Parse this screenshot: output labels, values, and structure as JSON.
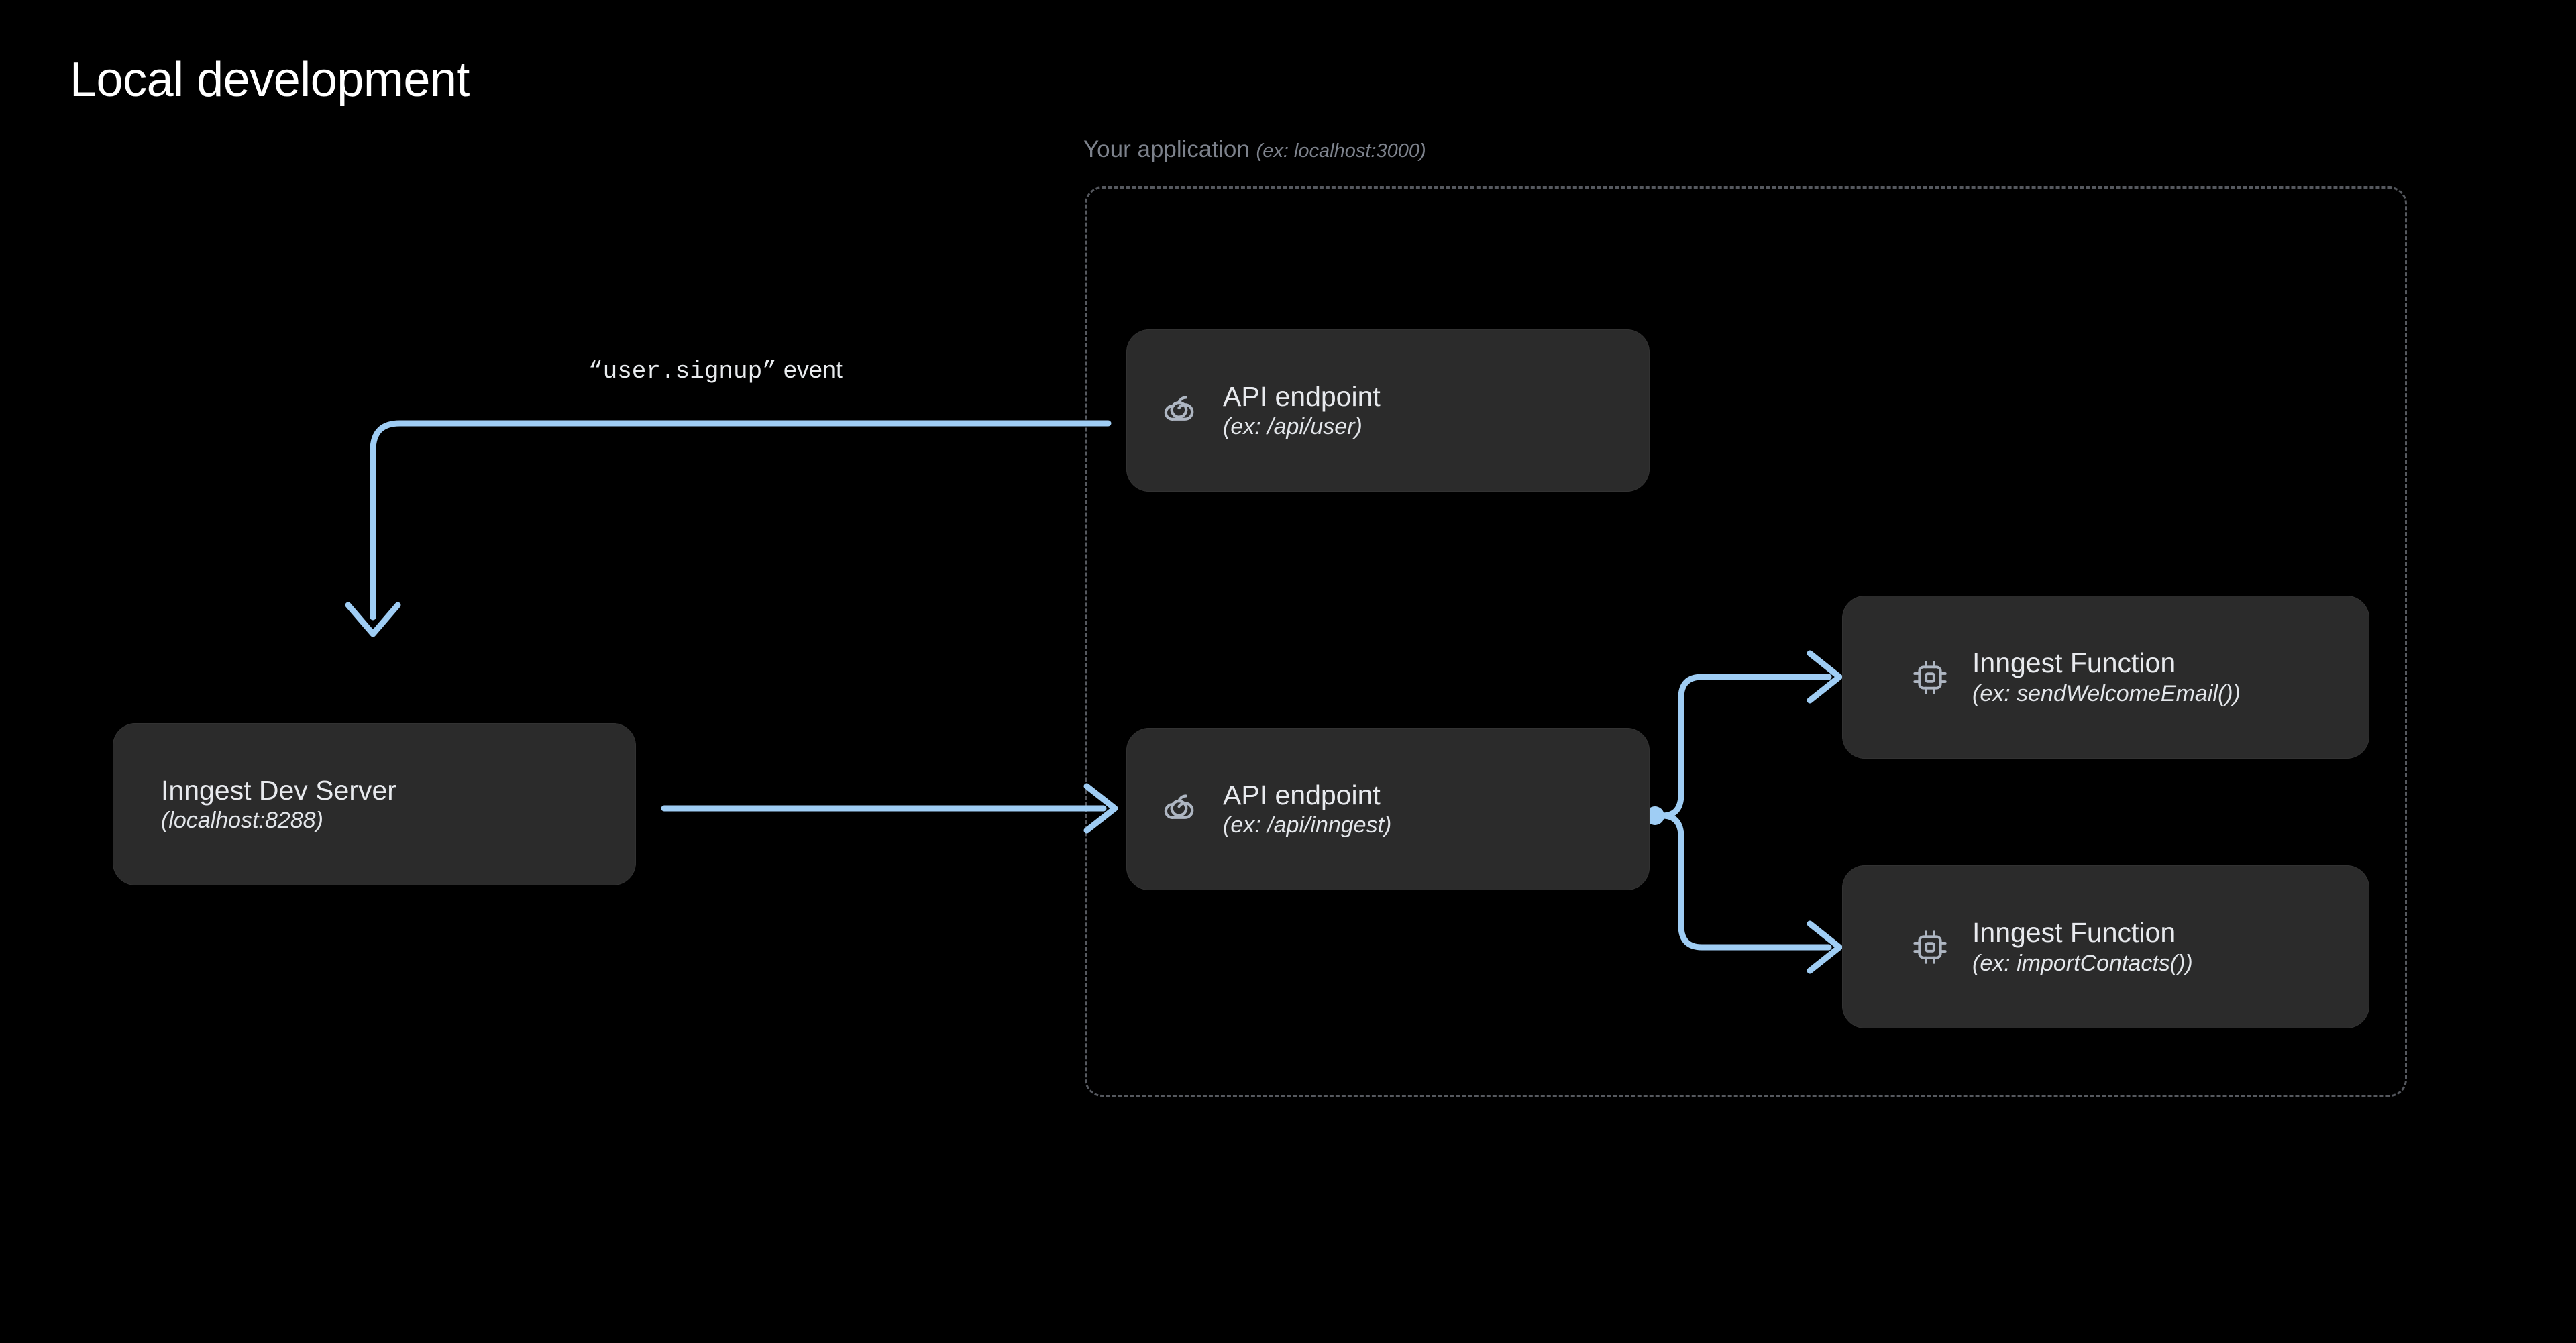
{
  "page": {
    "title": "Local development",
    "background_color": "#000000"
  },
  "colors": {
    "accent_arrow": "#9fcdf4",
    "card_fill": "#2b2b2b",
    "card_border": "#323232",
    "group_border": "#55585e",
    "title_text": "#ffffff",
    "card_title_text": "#e8eaee",
    "card_sub_text": "#e3e6ea",
    "muted_text": "#7d828c"
  },
  "app_group": {
    "label": "Your application",
    "label_detail": "(ex: localhost:3000)",
    "border_style": "dashed"
  },
  "event_edge": {
    "label_code": "“user.signup”",
    "label_suffix": " event"
  },
  "nodes": [
    {
      "id": "dev-server",
      "icon": "none",
      "title": "Inngest Dev Server",
      "sub": "(localhost:8288)"
    },
    {
      "id": "api-user",
      "icon": "cloud-icon",
      "title": "API endpoint",
      "sub": "(ex: /api/user)"
    },
    {
      "id": "api-inngest",
      "icon": "cloud-icon",
      "title": "API endpoint",
      "sub": "(ex: /api/inngest)"
    },
    {
      "id": "fn-email",
      "icon": "chip-icon",
      "title": "Inngest Function",
      "sub": "(ex: sendWelcomeEmail())"
    },
    {
      "id": "fn-contacts",
      "icon": "chip-icon",
      "title": "Inngest Function",
      "sub": "(ex: importContacts())"
    }
  ]
}
